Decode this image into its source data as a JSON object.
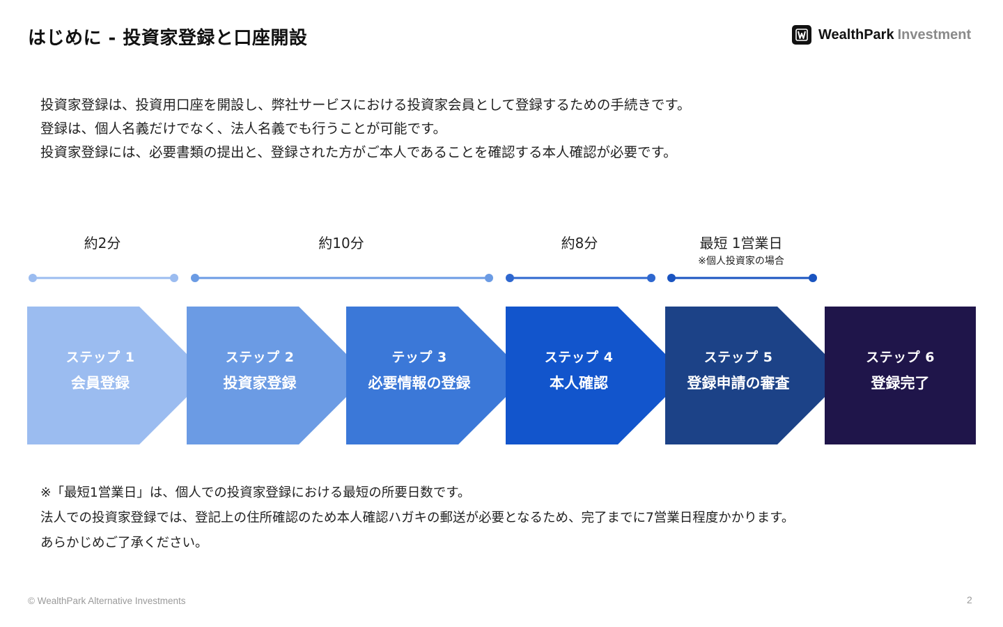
{
  "header": {
    "title": "はじめに - 投資家登録と口座開設",
    "logo_bold": "WealthPark",
    "logo_light": "Investment"
  },
  "intro": {
    "lines": [
      "投資家登録は、投資用口座を開設し、弊社サービスにおける投資家会員として登録するための手続きです。",
      "登録は、個人名義だけでなく、法人名義でも行うことが可能です。",
      "投資家登録には、必要書類の提出と、登録された方がご本人であることを確認する本人確認が必要です。"
    ]
  },
  "durations": [
    {
      "label": "約2分",
      "note": "",
      "color": "#9bbcf0"
    },
    {
      "label": "約10分",
      "note": "",
      "color": "#6b9be4"
    },
    {
      "label": "約8分",
      "note": "",
      "color": "#2e67cf"
    },
    {
      "label": "最短 1営業日",
      "note": "※個人投資家の場合",
      "color": "#1a54c0"
    }
  ],
  "steps": [
    {
      "num": "ステップ 1",
      "name": "会員登録",
      "color": "#9bbcf0"
    },
    {
      "num": "ステップ 2",
      "name": "投資家登録",
      "color": "#6b9be4"
    },
    {
      "num": "テップ 3",
      "name": "必要情報の登録",
      "color": "#3b78d8"
    },
    {
      "num": "ステップ 4",
      "name": "本人確認",
      "color": "#1255cc"
    },
    {
      "num": "ステップ 5",
      "name": "登録申請の審査",
      "color": "#1c4287"
    },
    {
      "num": "ステップ 6",
      "name": "登録完了",
      "color": "#1f154a"
    }
  ],
  "notes": {
    "lines": [
      "※「最短1営業日」は、個人での投資家登録における最短の所要日数です。",
      "法人での投資家登録では、登記上の住所確認のため本人確認ハガキの郵送が必要となるため、完了までに7営業日程度かかります。",
      "あらかじめご了承ください。"
    ]
  },
  "footer": {
    "copyright": "© WealthPark Alternative Investments",
    "page_number": "2"
  }
}
